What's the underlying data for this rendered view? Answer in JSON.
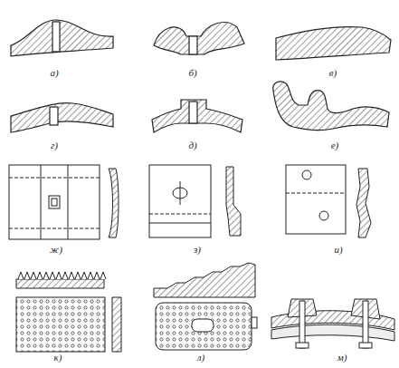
{
  "diagram": {
    "labels": [
      "а)",
      "б)",
      "в)",
      "г)",
      "д)",
      "е)",
      "ж)",
      "з)",
      "и)",
      "к)",
      "л)",
      "м)"
    ]
  }
}
